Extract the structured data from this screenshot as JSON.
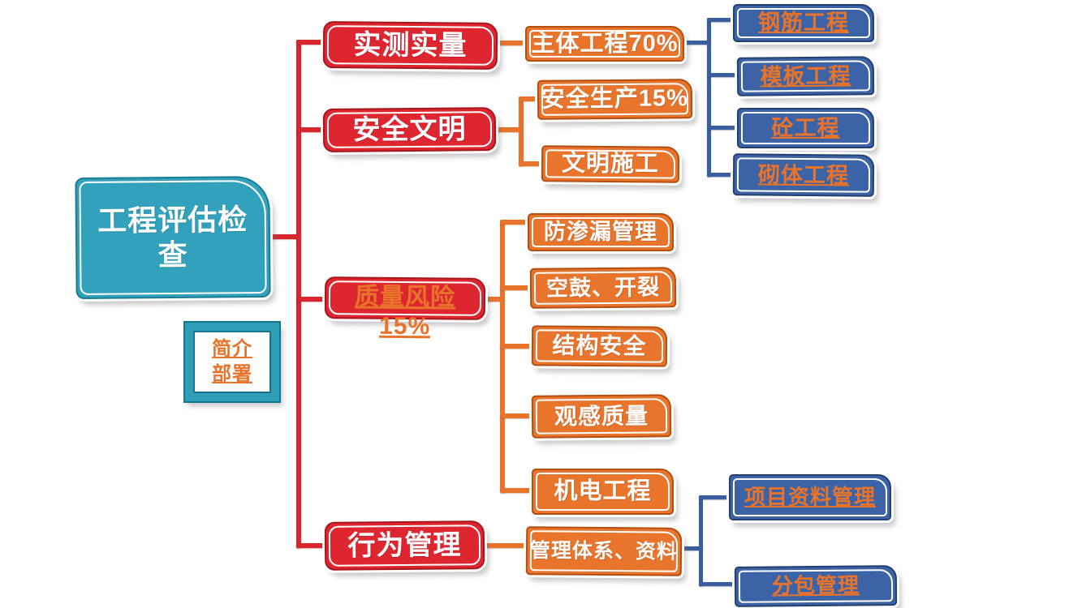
{
  "diagram": {
    "root": {
      "label": "工程评估检查"
    },
    "intro": {
      "lines": [
        "简介",
        "部署"
      ]
    },
    "level1": [
      {
        "label": "实测实量"
      },
      {
        "label": "安全文明"
      },
      {
        "label": "质量风险15%",
        "is_link": true
      },
      {
        "label": "行为管理"
      }
    ],
    "level2": [
      {
        "label": "主体工程70%"
      },
      {
        "label": "安全生产15%"
      },
      {
        "label": "文明施工"
      },
      {
        "label": "防渗漏管理"
      },
      {
        "label": "空鼓、开裂"
      },
      {
        "label": "结构安全"
      },
      {
        "label": "观感质量"
      },
      {
        "label": "机电工程"
      },
      {
        "label": "管理体系、资料"
      }
    ],
    "level3": [
      {
        "label": "钢筋工程",
        "is_link": true
      },
      {
        "label": "模板工程",
        "is_link": true
      },
      {
        "label": "砼工程",
        "is_link": true
      },
      {
        "label": "砌体工程",
        "is_link": true
      },
      {
        "label": "项目资料管理",
        "is_link": true
      },
      {
        "label": "分包管理",
        "is_link": true
      }
    ],
    "colors": {
      "teal_fill": "#32a1bc",
      "red_fill": "#de2631",
      "orange_fill": "#e9742c",
      "blue_fill": "#3c63a6",
      "red_line": "#d8262c",
      "orange_line": "#e8732b",
      "blue_line": "#3b5f9e",
      "link_text": "#e8742b"
    }
  }
}
